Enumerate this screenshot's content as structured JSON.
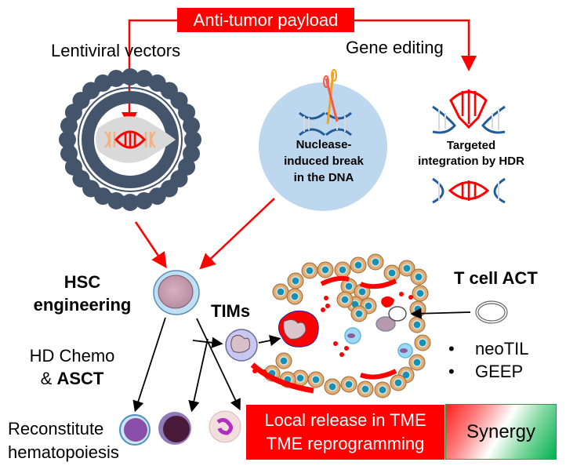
{
  "title_banner": {
    "label": "Anti-tumor payload",
    "color": "#ff0000"
  },
  "sections": {
    "lentiviral": {
      "label": "Lentiviral vectors"
    },
    "gene_editing": {
      "label": "Gene editing",
      "nuclease_text": [
        "Nuclease-",
        "induced break",
        "in the DNA"
      ],
      "hdr_text": [
        "Targeted",
        "integration by HDR"
      ]
    },
    "hsc": {
      "label": [
        "HSC",
        "engineering"
      ],
      "chemo": {
        "line1": "HD Chemo",
        "line2_prefix": "& ",
        "line2_bold": "ASCT"
      },
      "reconstitute": [
        "Reconstitute",
        "hematopoiesis"
      ]
    },
    "tims": {
      "label": "TIMs"
    },
    "tcell_act": {
      "label": "T cell ACT",
      "bullets": [
        "neoTIL",
        "GEEP"
      ],
      "bullet_char": "•"
    },
    "outcome": {
      "local_release": [
        "Local release in TME",
        "TME reprogramming"
      ],
      "synergy": "Synergy"
    }
  },
  "colors": {
    "accent_red": "#ff0000",
    "virus_gray": "#44546a",
    "dna_blue": "#1f5c99",
    "nuclease_circle": "#bdd7ee",
    "synergy_green": "#00b050",
    "tumor_cell": "#e0a96d",
    "tumor_nucleus": "#1b8fb0"
  }
}
